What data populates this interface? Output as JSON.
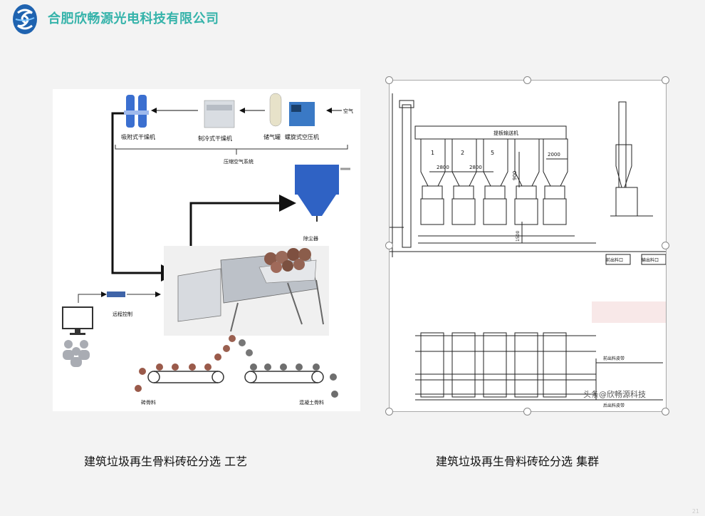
{
  "header": {
    "company_name": "合肥欣畅源光电科技有限公司",
    "logo_icon": "swirl-logo-icon",
    "brand_color": "#35b3aa"
  },
  "left_figure": {
    "labels": {
      "adsorption_dryer": "吸附式干燥机",
      "refrigerated_dryer": "制冷式干燥机",
      "air_tank": "储气罐",
      "screw_compressor": "螺旋式空压机",
      "air": "空气",
      "compressed_air_system": "压缩空气系统",
      "dust_collector": "除尘器",
      "remote_control": "远程控制",
      "brick_aggregate": "砖骨料",
      "concrete_aggregate": "混凝土骨料"
    }
  },
  "right_figure": {
    "labels": {
      "conveyor_title": "提板输送机",
      "dim_2800a": "2800",
      "dim_2800b": "2800",
      "dim_900": "900",
      "dim_2000": "2000",
      "dim_1500": "1500",
      "num_1": "1",
      "num_2": "2",
      "num_5": "5",
      "outlet_a": "前出料口",
      "outlet_b": "输出料口",
      "conveyor_belt": "前出料皮带",
      "conveyor_belt_b": "后出料皮带",
      "watermark": "头条@欣畅源科技"
    }
  },
  "captions": {
    "left": "建筑垃圾再生骨料砖砼分选 工艺",
    "right": "建筑垃圾再生骨料砖砼分选 集群"
  },
  "page_number": "21"
}
